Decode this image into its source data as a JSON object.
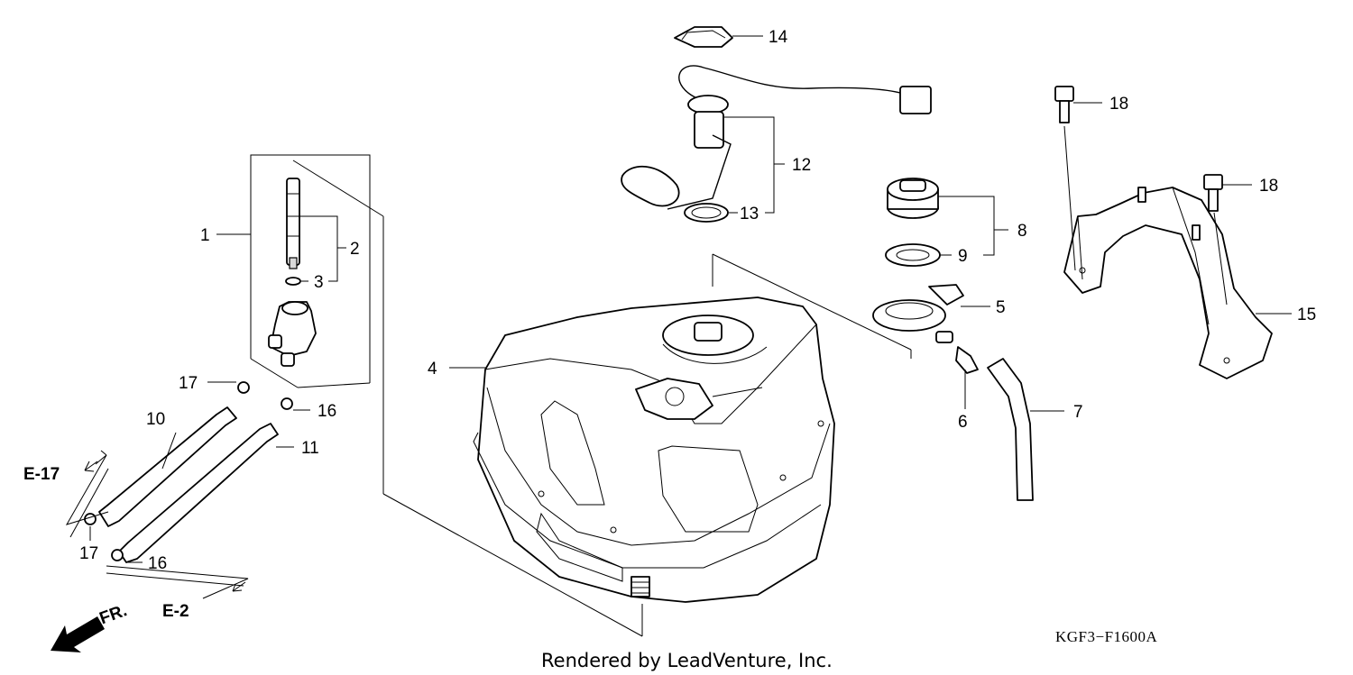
{
  "diagram_code": "KGF3−F1600A",
  "credit": "Rendered by LeadVenture, Inc.",
  "front_arrow_label": "FR.",
  "references": {
    "e17": "E-17",
    "e2": "E-2"
  },
  "callouts": {
    "c1": "1",
    "c2": "2",
    "c3": "3",
    "c4": "4",
    "c5": "5",
    "c6": "6",
    "c7": "7",
    "c8": "8",
    "c9": "9",
    "c10": "10",
    "c11": "11",
    "c12": "12",
    "c13": "13",
    "c14": "14",
    "c15": "15",
    "c16a": "16",
    "c16b": "16",
    "c17a": "17",
    "c17b": "17",
    "c18a": "18",
    "c18b": "18"
  }
}
